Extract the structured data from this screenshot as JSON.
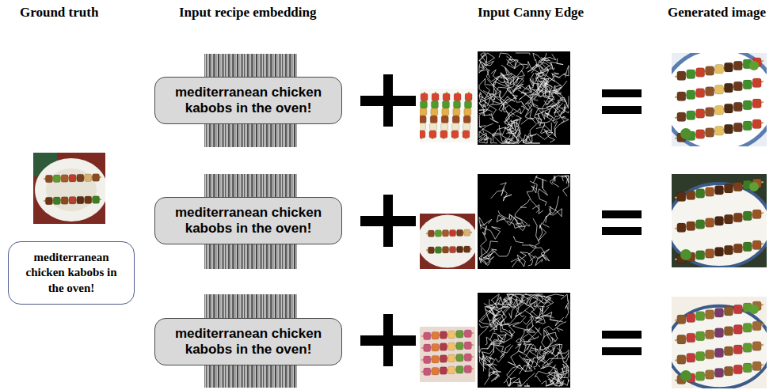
{
  "diagram": {
    "nodes": [
      {
        "text": [
          "mediterranean chicken kabobs in the oven!"
        ]
      },
      {
        "text": [
          "mediterranean chicken kabobs in the oven!"
        ]
      },
      {
        "text": [
          "mediterranean chicken kabobs in the oven!"
        ]
      },
      {
        "text": [
          "mediterranean chicken kabobs in the oven!"
        ]
      }
    ],
    "labels": [
      "Ground truth",
      "Input recipe embedding",
      "Input Canny Edge",
      "Generated image"
    ]
  }
}
